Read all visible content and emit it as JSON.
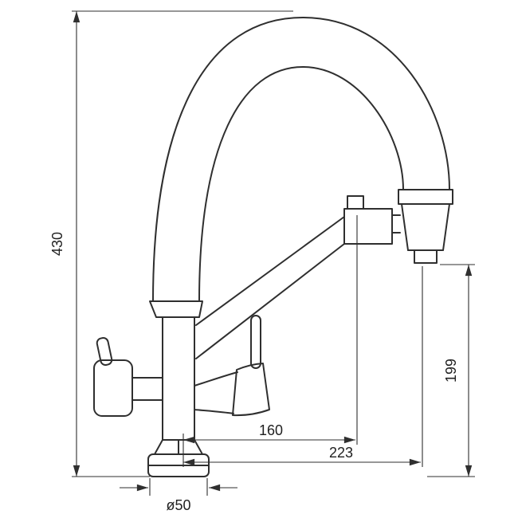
{
  "page": {
    "background": "#ffffff"
  },
  "drawing": {
    "subject": "Kitchen faucet with flexible gooseneck spout, side filter handle, mixer lever and pull-down spray head — dimensioned technical line drawing",
    "line_color": "#2f2f2f",
    "dimensions": {
      "overall_height": "430",
      "spray_head_to_counter": "199",
      "spout_reach": "160",
      "spray_head_reach": "223",
      "base_diameter": "ø50"
    }
  }
}
